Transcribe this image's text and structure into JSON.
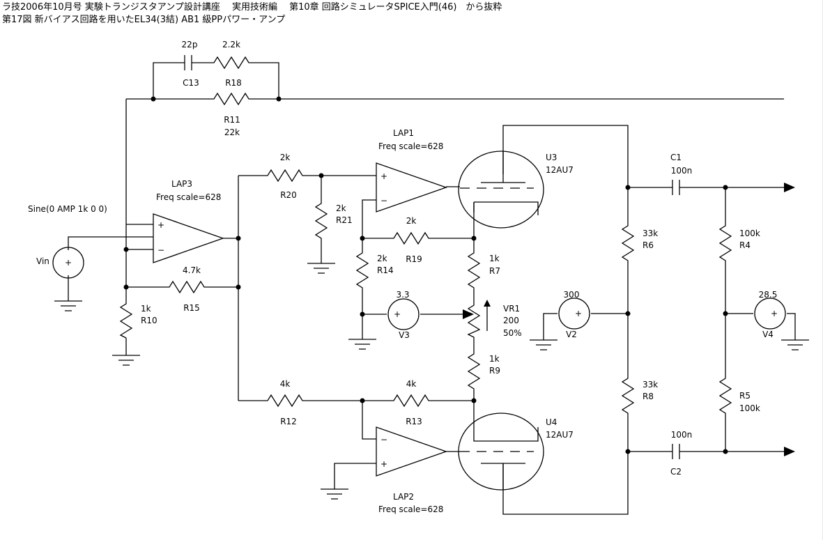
{
  "header": {
    "line1": "ラ技2006年10月号 実験トランジスタアンプ設計講座　 実用技術編　 第10章 回路シミュレータSPICE入門(46)　から抜粋",
    "line2": "第17図  新バイアス回路を用いたEL34(3結) AB1 級PPパワー・アンプ"
  },
  "opamps": {
    "lap1": {
      "name": "LAP1",
      "param": "Freq scale=628",
      "plus": "+",
      "minus": "−"
    },
    "lap2": {
      "name": "LAP2",
      "param": "Freq scale=628",
      "plus": "+",
      "minus": "−"
    },
    "lap3": {
      "name": "LAP3",
      "param": "Freq scale=628",
      "plus": "+",
      "minus": "−"
    }
  },
  "tubes": {
    "u3": {
      "name": "U3",
      "model": "12AU7"
    },
    "u4": {
      "name": "U4",
      "model": "12AU7"
    }
  },
  "capacitors": {
    "c13": {
      "name": "C13",
      "value": "22p"
    },
    "c1": {
      "name": "C1",
      "value": "100n"
    },
    "c2": {
      "name": "C2",
      "value": "100n"
    }
  },
  "resistors": {
    "r18": {
      "name": "R18",
      "value": "2.2k"
    },
    "r11": {
      "name": "R11",
      "value": "22k"
    },
    "r20": {
      "name": "R20",
      "value": "2k"
    },
    "r21": {
      "name": "R21",
      "value": "2k"
    },
    "r19": {
      "name": "R19",
      "value": "2k"
    },
    "r14": {
      "name": "R14",
      "value": "2k"
    },
    "r15": {
      "name": "R15",
      "value": "4.7k"
    },
    "r10": {
      "name": "R10",
      "value": "1k"
    },
    "r7": {
      "name": "R7",
      "value": "1k"
    },
    "r9": {
      "name": "R9",
      "value": "1k"
    },
    "r12": {
      "name": "R12",
      "value": "4k"
    },
    "r13": {
      "name": "R13",
      "value": "4k"
    },
    "r6": {
      "name": "R6",
      "value": "33k"
    },
    "r8": {
      "name": "R8",
      "value": "33k"
    },
    "r4": {
      "name": "R4",
      "value": "100k"
    },
    "r5": {
      "name": "R5",
      "value": "100k"
    }
  },
  "pot": {
    "name": "VR1",
    "value": "200",
    "setting": "50%"
  },
  "sources": {
    "vin": {
      "name": "Vin",
      "param": "Sine(0 AMP 1k 0 0)",
      "plus": "+"
    },
    "v3": {
      "name": "V3",
      "value": "3.3",
      "plus": "+"
    },
    "v2": {
      "name": "V2",
      "value": "300",
      "plus": "+"
    },
    "v4": {
      "name": "V4",
      "value": "28.5",
      "plus": "+"
    }
  }
}
